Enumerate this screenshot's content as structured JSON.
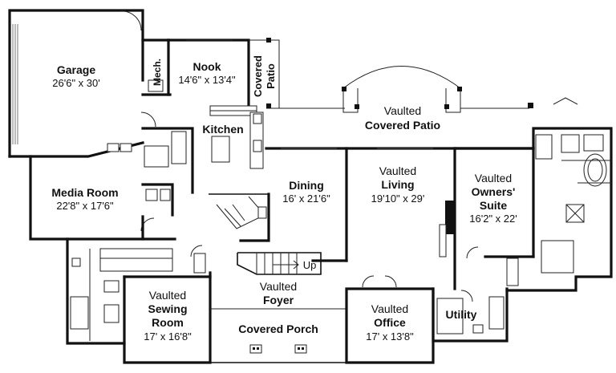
{
  "rooms": {
    "garage": {
      "name": "Garage",
      "dims": "26'6\" x 30'"
    },
    "mech": {
      "name": "Mech."
    },
    "nook": {
      "name": "Nook",
      "dims": "14'6\" x 13'4\""
    },
    "covered_patio_small": {
      "line1": "Covered",
      "line2": "Patio"
    },
    "covered_patio_large": {
      "line1": "Vaulted",
      "line2": "Covered Patio"
    },
    "kitchen": {
      "name": "Kitchen"
    },
    "media_room": {
      "name": "Media Room",
      "dims": "22'8\" x 17'6\""
    },
    "dining": {
      "name": "Dining",
      "dims": "16' x 21'6\""
    },
    "living": {
      "line1": "Vaulted",
      "line2": "Living",
      "dims": "19'10\" x 29'"
    },
    "owners_suite": {
      "line1": "Vaulted",
      "line2": "Owners'",
      "line3": "Suite",
      "dims": "16'2\" x 22'"
    },
    "stair": {
      "label": "Up"
    },
    "foyer": {
      "line1": "Vaulted",
      "line2": "Foyer"
    },
    "sewing_room": {
      "line1": "Vaulted",
      "line2": "Sewing",
      "line3": "Room",
      "dims": "17' x 16'8\""
    },
    "covered_porch": {
      "name": "Covered Porch"
    },
    "office": {
      "line1": "Vaulted",
      "line2": "Office",
      "dims": "17' x 13'8\""
    },
    "utility": {
      "name": "Utility"
    }
  }
}
